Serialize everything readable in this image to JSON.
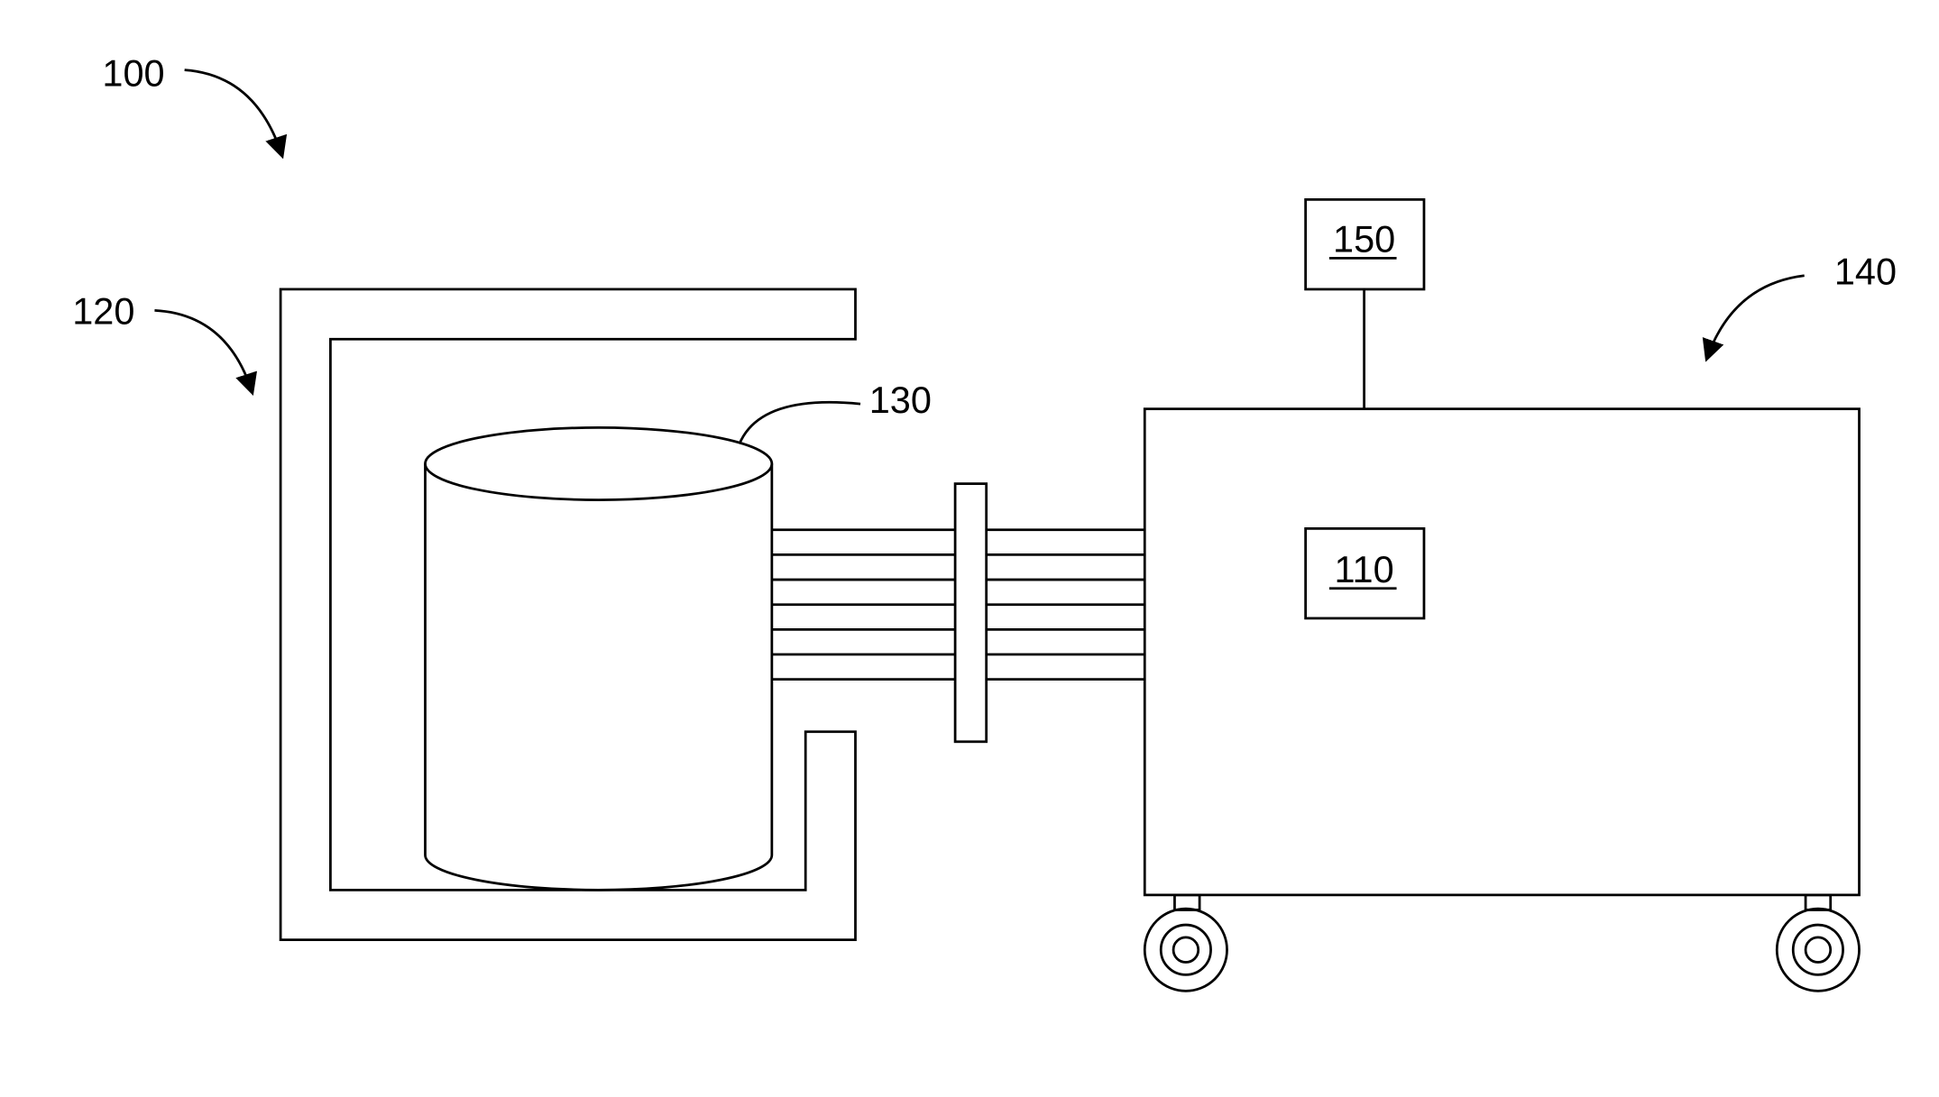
{
  "figure": {
    "labels": {
      "system": "100",
      "magnet_housing": "120",
      "cylinder": "130",
      "cart": "140",
      "control_unit": "110",
      "top_box": "150"
    },
    "colors": {
      "line": "#000000",
      "background": "#ffffff"
    }
  }
}
